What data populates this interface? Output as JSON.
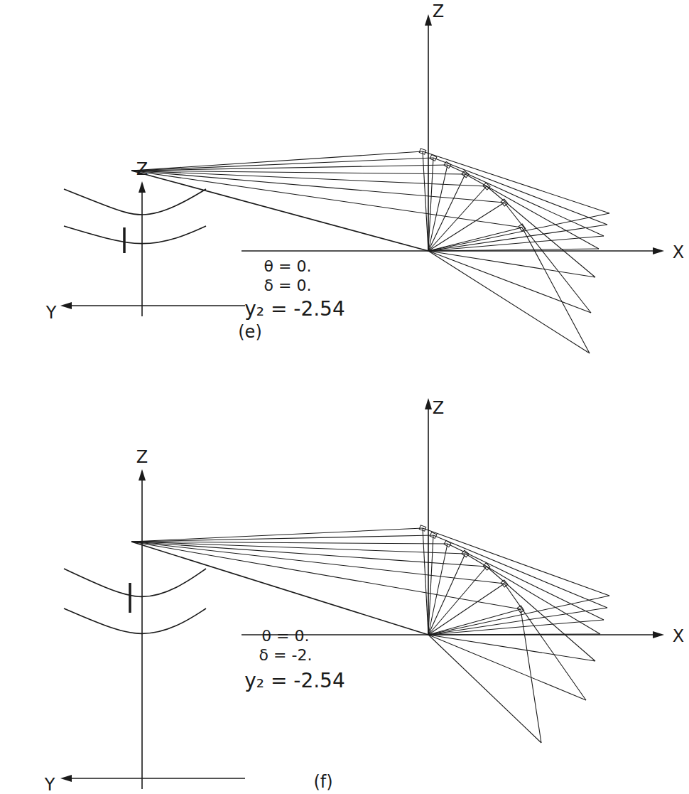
{
  "diagram": {
    "labels": [
      "Z",
      "X",
      "Z",
      "Y",
      "θ = 0.",
      "δ = 0.",
      "y₂ = -2.54",
      "(e)",
      "Z",
      "X",
      "Z",
      "Y",
      "θ = 0.",
      "δ = -2.",
      "y₂ = -2.54",
      "(f)"
    ]
  }
}
